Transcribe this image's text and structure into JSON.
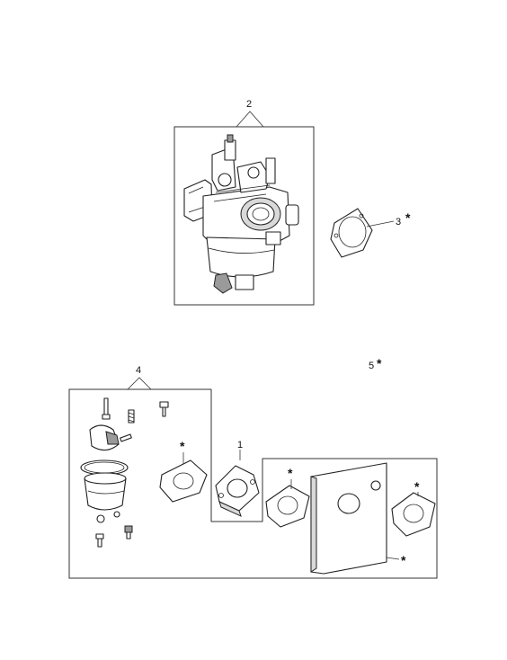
{
  "callouts": {
    "c1": "1",
    "c2": "2",
    "c3": "3",
    "c4": "4",
    "c5": "5"
  },
  "star": "*"
}
